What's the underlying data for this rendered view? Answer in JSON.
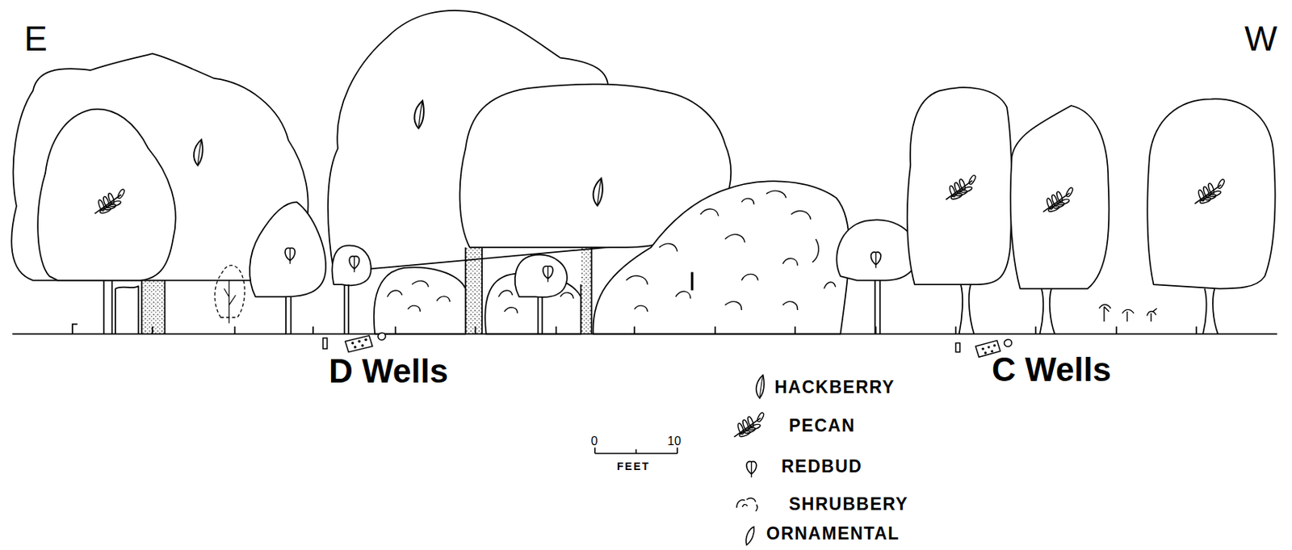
{
  "diagram": {
    "labels": [
      "E",
      "W",
      "D Wells",
      "C Wells",
      "0",
      "10",
      "FEET"
    ],
    "legend": [
      {
        "text": "HACKBERRY"
      },
      {
        "text": "PECAN"
      },
      {
        "text": "REDBUD"
      },
      {
        "text": "SHRUBBERY"
      },
      {
        "text": "ORNAMENTAL"
      }
    ]
  }
}
